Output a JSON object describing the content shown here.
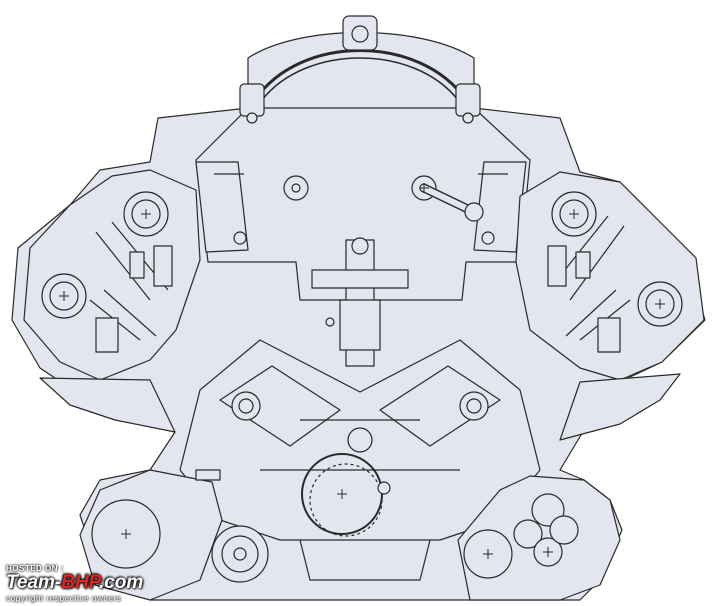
{
  "colors": {
    "fill": "#e3e5ef",
    "stroke": "#2a2a2a",
    "background": "#ffffff",
    "watermark_accent": "#e52421"
  },
  "watermark": {
    "hosted_on": "HOSTED ON :",
    "brand_prefix": "Team-",
    "brand_accent": "BHP",
    "brand_suffix": ".com",
    "copyright": "copyright respective owners"
  }
}
